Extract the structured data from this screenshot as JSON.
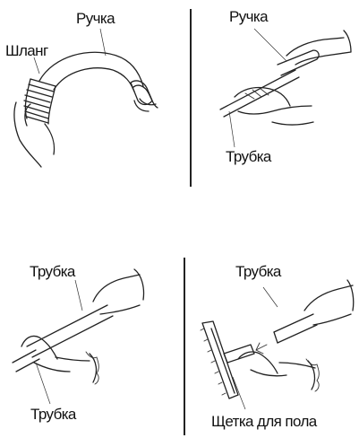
{
  "panel1": {
    "label_handle": "Ручка",
    "label_hose": "Шланг"
  },
  "panel2": {
    "label_handle": "Ручка",
    "label_tube": "Трубка"
  },
  "panel3": {
    "label_tube_top": "Трубка",
    "label_tube_bottom": "Трубка"
  },
  "panel4": {
    "label_tube": "Трубка",
    "label_brush": "Щетка для пола"
  }
}
